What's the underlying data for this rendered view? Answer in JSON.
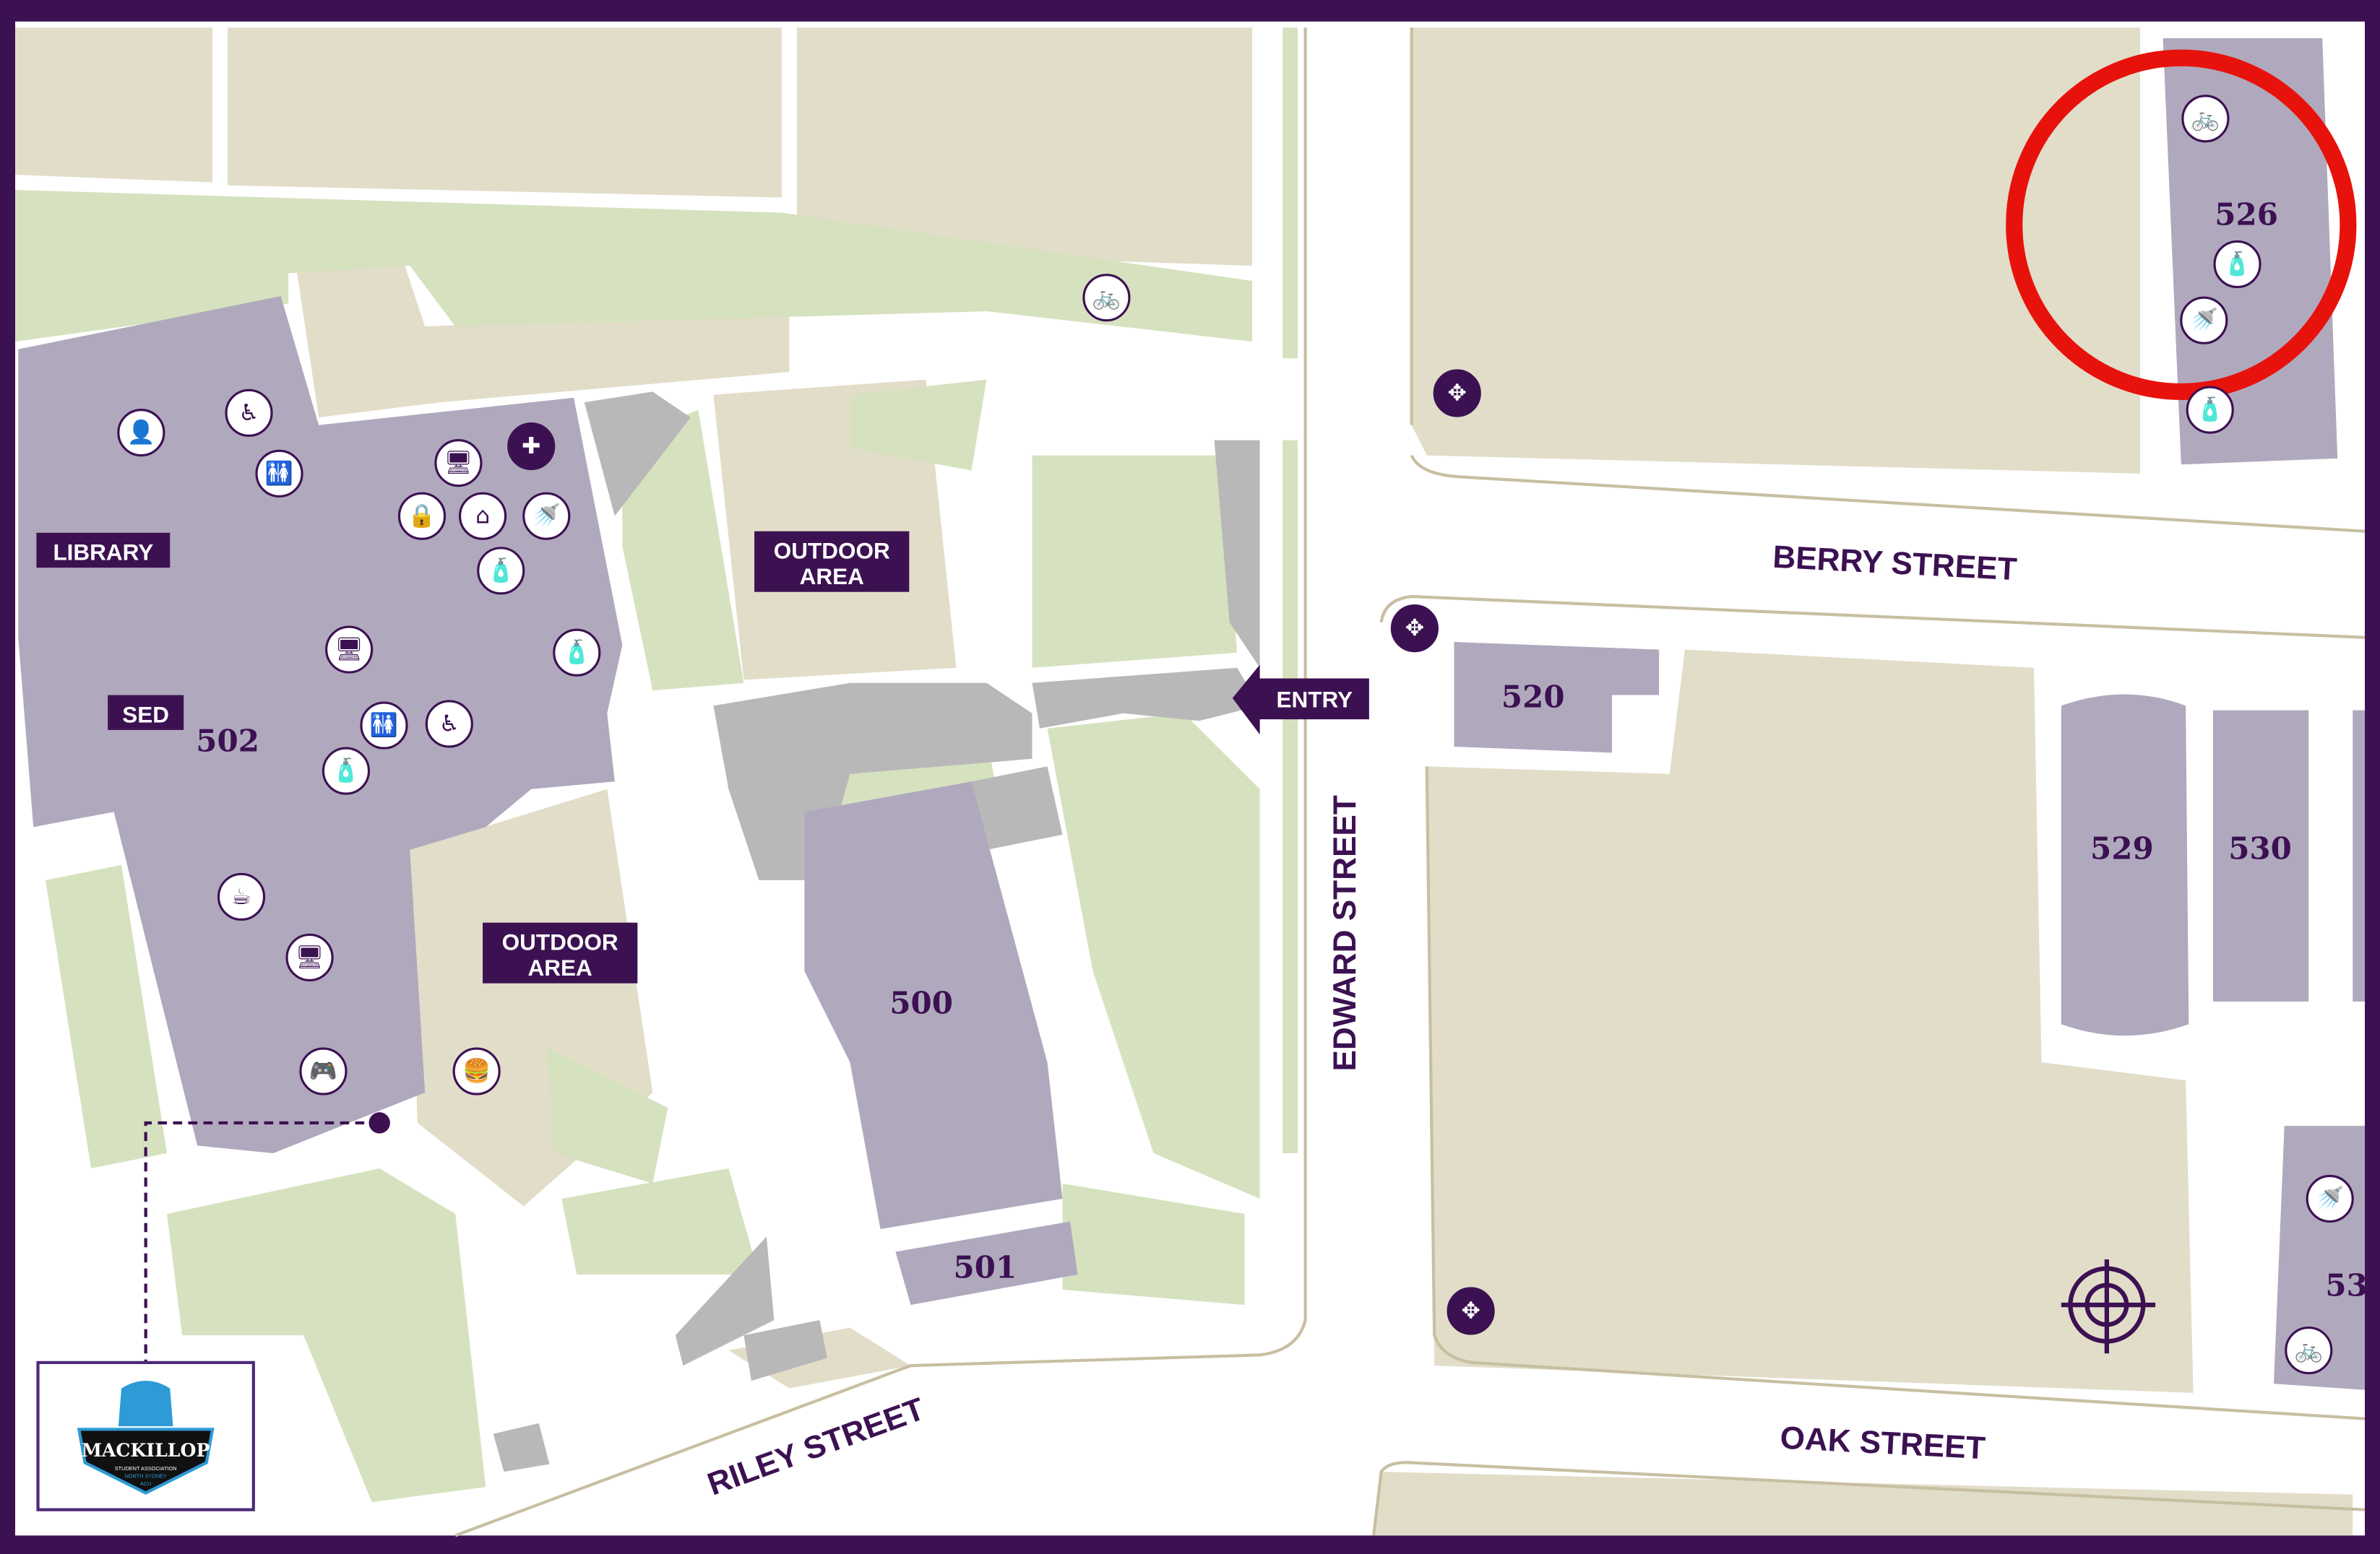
{
  "colors": {
    "frame": "#3c1152",
    "building": "#b0a9bd",
    "ground": "#e2ddc9",
    "grass": "#d6e2bf",
    "paving": "#b8b8b8",
    "road": "#ffffff",
    "highlight": "#e8120c"
  },
  "labels": {
    "library": "LIBRARY",
    "sed": "SED",
    "outdoor_area_1_line1": "OUTDOOR",
    "outdoor_area_1_line2": "AREA",
    "outdoor_area_2_line1": "OUTDOOR",
    "outdoor_area_2_line2": "AREA",
    "entry": "ENTRY"
  },
  "buildings": {
    "b502": "502",
    "b500": "500",
    "b501": "501",
    "b520": "520",
    "b526": "526",
    "b529": "529",
    "b530": "530",
    "b53x": "53"
  },
  "streets": {
    "berry": "BERRY STREET",
    "edward": "EDWARD STREET",
    "oak": "OAK STREET",
    "riley": "RILEY STREET"
  },
  "logo": {
    "name": "MACKILLOP",
    "line1": "STUDENT ASSOCIATION",
    "line2": "NORTH SYDNEY",
    "line3": "ACU"
  },
  "icons": {
    "bike": {
      "name": "bike-icon",
      "glyph": "🚲"
    },
    "water": {
      "name": "water-bottle-icon",
      "glyph": "🧴"
    },
    "shower": {
      "name": "shower-icon",
      "glyph": "🚿"
    },
    "assembly": {
      "name": "assembly-point-icon",
      "glyph": "✥"
    },
    "help": {
      "name": "help-desk-icon",
      "glyph": "👤"
    },
    "accessible": {
      "name": "accessible-icon",
      "glyph": "♿"
    },
    "toilets": {
      "name": "toilets-icon",
      "glyph": "🚻"
    },
    "computer": {
      "name": "computer-icon",
      "glyph": "🖥"
    },
    "firstaid": {
      "name": "first-aid-icon",
      "glyph": "✚"
    },
    "locker": {
      "name": "locker-icon",
      "glyph": "🔒"
    },
    "hanger": {
      "name": "cloakroom-icon",
      "glyph": "⌂"
    },
    "cafe": {
      "name": "cafe-icon",
      "glyph": "☕"
    },
    "games": {
      "name": "games-icon",
      "glyph": "🎮"
    },
    "food": {
      "name": "food-icon",
      "glyph": "🍔"
    },
    "you_are_here": {
      "name": "target-icon",
      "glyph": "⌖"
    }
  }
}
